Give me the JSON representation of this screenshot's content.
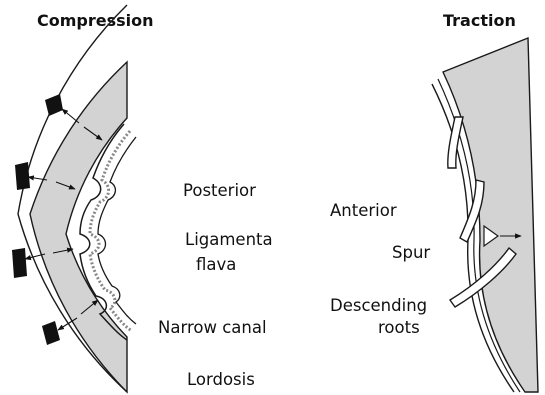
{
  "titles": {
    "left": "Compression",
    "right": "Traction"
  },
  "labels": {
    "posterior": "Posterior",
    "ligamenta_line1": "Ligamenta",
    "ligamenta_line2": "flava",
    "narrow_canal": "Narrow canal",
    "lordosis": "Lordosis",
    "anterior": "Anterior",
    "spur": "Spur",
    "descending_line1": "Descending",
    "descending_line2": "roots"
  },
  "colors": {
    "band_fill": "#d3d3d3",
    "line": "#1a1a1a",
    "background": "#ffffff"
  }
}
